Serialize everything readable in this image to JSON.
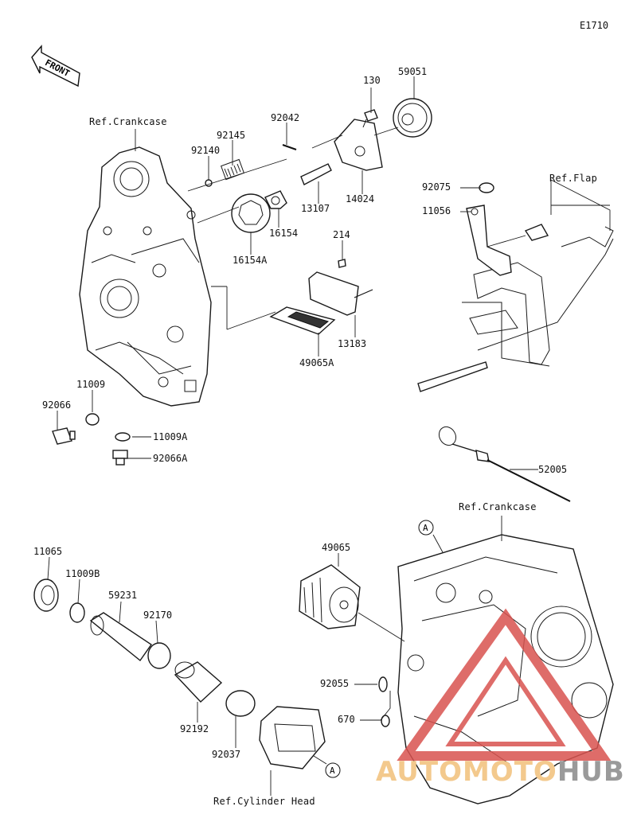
{
  "diagram_code": "E1710",
  "front_label": "FRONT",
  "labels": {
    "p130": "130",
    "p59051": "59051",
    "p92042": "92042",
    "p92145": "92145",
    "p92140": "92140",
    "p14024": "14024",
    "p13107": "13107",
    "p16154": "16154",
    "p16154A": "16154A",
    "p214": "214",
    "p13183": "13183",
    "p49065A": "49065A",
    "p92075": "92075",
    "p11056": "11056",
    "p11009": "11009",
    "p92066": "92066",
    "p11009A": "11009A",
    "p92066A": "92066A",
    "p52005": "52005",
    "p11065": "11065",
    "p11009B": "11009B",
    "p59231": "59231",
    "p92170": "92170",
    "p49065": "49065",
    "p92192": "92192",
    "p92037": "92037",
    "p92055": "92055",
    "p670": "670"
  },
  "references": {
    "crankcase_top": "Ref.Crankcase",
    "flap": "Ref.Flap",
    "crankcase_bottom": "Ref.Crankcase",
    "cylinder_head": "Ref.Cylinder Head"
  },
  "callouts": {
    "a1": "A",
    "a2": "A"
  },
  "watermark": {
    "part1": "AUTOMOTO",
    "part2": "HUB"
  },
  "colors": {
    "line": "#1a1a1a",
    "watermark_red": "#d9534f",
    "watermark_orange": "#f3c98d",
    "watermark_gray": "#9a9a9a"
  }
}
